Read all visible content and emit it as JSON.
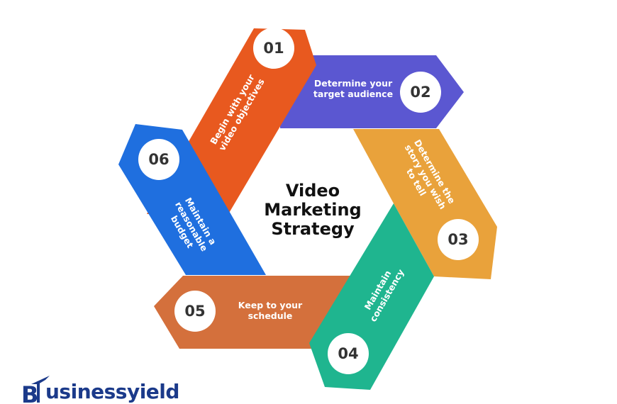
{
  "title": {
    "line1": "Video",
    "line2": "Marketing",
    "line3": "Strategy"
  },
  "steps": [
    {
      "number": "01",
      "lines": [
        "Begin with your",
        "video objectives"
      ],
      "color": "#e8591f"
    },
    {
      "number": "02",
      "lines": [
        "Determine your",
        "target audience"
      ],
      "color": "#5b57d1"
    },
    {
      "number": "03",
      "lines": [
        "Determine the",
        "story you wish",
        "to tell"
      ],
      "color": "#e9a23b"
    },
    {
      "number": "04",
      "lines": [
        "Maintain",
        "consistency"
      ],
      "color": "#1fb58f"
    },
    {
      "number": "05",
      "lines": [
        "Keep to your",
        "schedule"
      ],
      "color": "#d4703c"
    },
    {
      "number": "06",
      "lines": [
        "Maintain a",
        "reasonable",
        "budget"
      ],
      "color": "#1f6fdf"
    }
  ],
  "logo": {
    "text": "Businessyield",
    "visible_text": "usinessyield",
    "initial": "B",
    "color": "#1b3a8a"
  }
}
